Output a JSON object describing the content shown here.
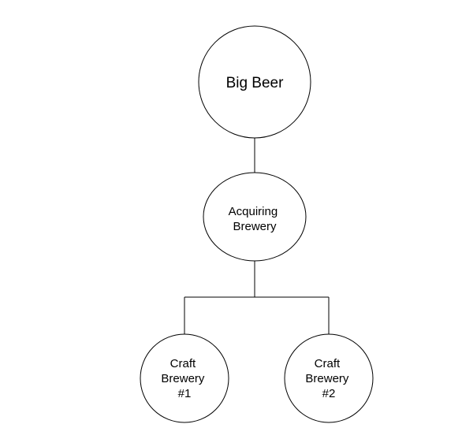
{
  "diagram": {
    "colors": {
      "stroke": "#000000",
      "fill": "#ffffff",
      "text": "#000000"
    },
    "nodes": {
      "big_beer": {
        "lines": [
          "Big Beer"
        ]
      },
      "acquiring_brewery": {
        "lines": [
          "Acquiring",
          "Brewery"
        ]
      },
      "craft_brewery_1": {
        "lines": [
          "Craft",
          "Brewery",
          "#1"
        ]
      },
      "craft_brewery_2": {
        "lines": [
          "Craft",
          "Brewery",
          "#2"
        ]
      }
    },
    "edges": [
      {
        "from": "Big Beer",
        "to": "Acquiring Brewery"
      },
      {
        "from": "Acquiring Brewery",
        "to": "Craft Brewery #1"
      },
      {
        "from": "Acquiring Brewery",
        "to": "Craft Brewery #2"
      }
    ]
  }
}
